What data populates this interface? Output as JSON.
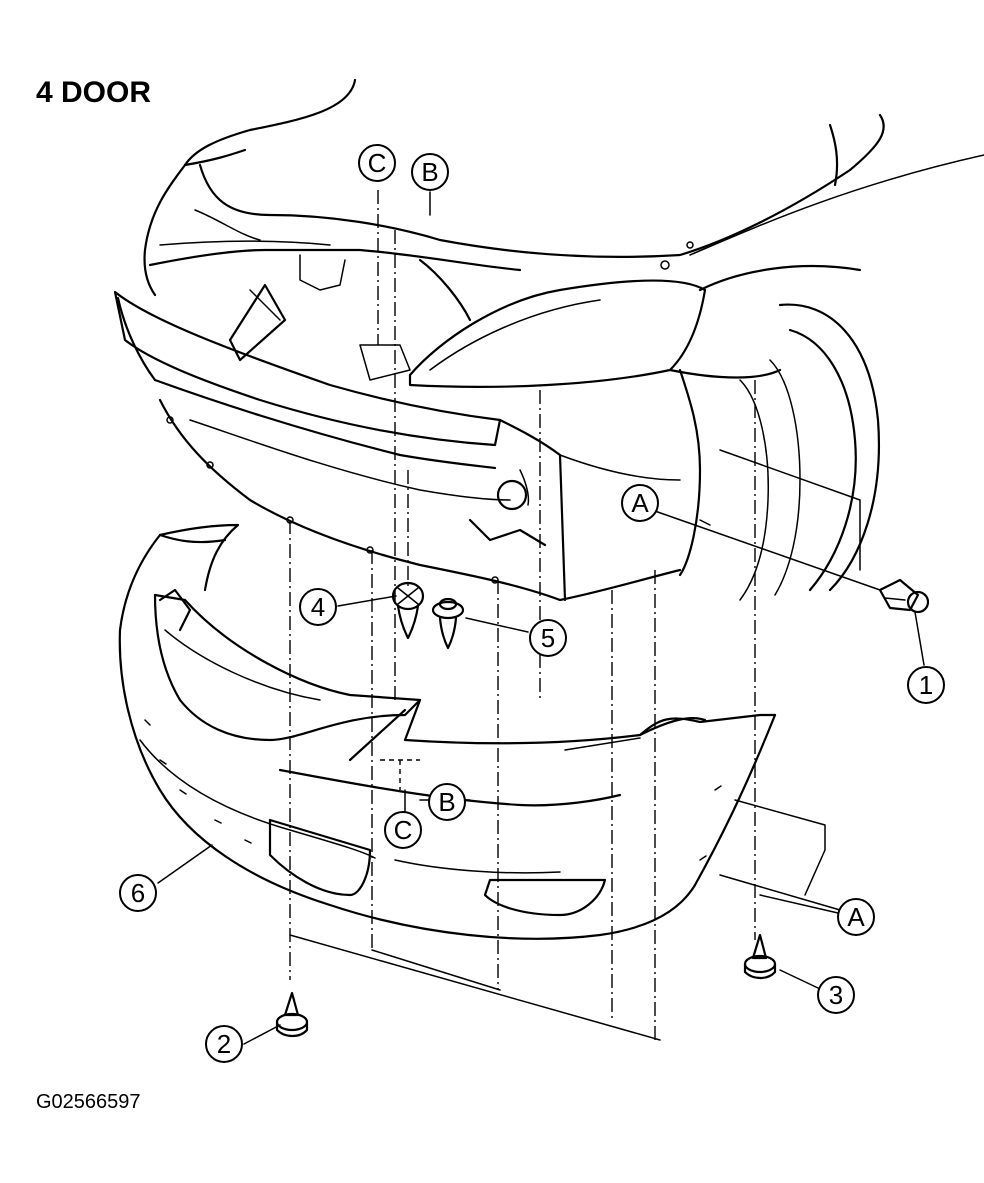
{
  "title": "4 DOOR",
  "figure_id": "G02566597",
  "callouts": {
    "part_1": "1",
    "part_2": "2",
    "part_3": "3",
    "part_4": "4",
    "part_5": "5",
    "part_6": "6",
    "ref_a_top": "A",
    "ref_a_bottom": "A",
    "ref_b_top": "B",
    "ref_b_bottom": "B",
    "ref_c_top": "C",
    "ref_c_bottom": "C"
  }
}
